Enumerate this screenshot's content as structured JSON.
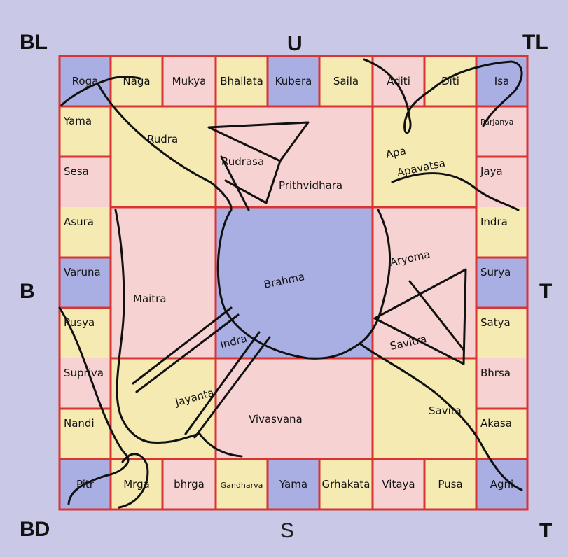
{
  "compass": {
    "top_center": "U",
    "bottom_center": "S",
    "left_center": "B",
    "right_center": "T",
    "top_left": "BL",
    "top_right": "TL",
    "bottom_left": "BD",
    "bottom_right": "T"
  },
  "colors": {
    "background": "#c9c8e6",
    "grid_line": "#d93434",
    "pink": "#f7d2d2",
    "yellow": "#f4eab2",
    "blue": "#a9aee3",
    "outline": "#111111"
  },
  "top_row": [
    "Roga",
    "Naga",
    "Mukya",
    "Bhallata",
    "Kubera",
    "Saila",
    "Aditi",
    "Diti",
    "Isa"
  ],
  "bottom_row": [
    "Pitr",
    "Mrga",
    "bhrga",
    "Gandharva",
    "Yama",
    "Grhakata",
    "Vitaya",
    "Pusa",
    "Agni"
  ],
  "left_column": [
    "Yama",
    "Sesa",
    "Asura",
    "Varuna",
    "Pusya",
    "Supriva",
    "Nandi"
  ],
  "right_column": [
    "Parjanya",
    "Jaya",
    "Indra",
    "Surya",
    "Satya",
    "Bhrsa",
    "Akasa"
  ],
  "inner": {
    "rudra": "Rudra",
    "rudrasa": "Rudrasa",
    "prithvidhara": "Prithvidhara",
    "apa": "Apa",
    "apavatsa": "Apavatsa",
    "maitra": "Maitra",
    "brahma": "Brahma",
    "aryoma": "Aryoma",
    "indra": "Indra",
    "savitra": "Savitra",
    "jayanta": "Jayanta",
    "vivasvana": "Vivasvana",
    "savita": "Savita"
  }
}
